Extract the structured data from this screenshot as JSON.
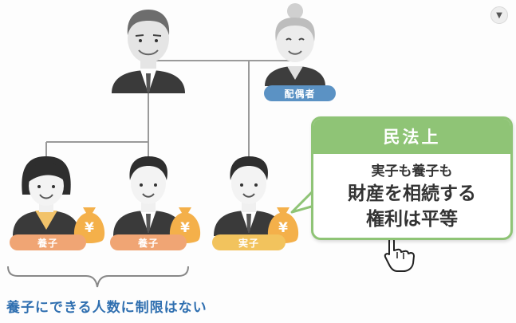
{
  "badges": {
    "spouse": "配偶者",
    "adopted_1": "養子",
    "adopted_2": "養子",
    "biological": "実子"
  },
  "civil_law_box": {
    "title": "民法上",
    "line1": "実子も養子も",
    "line2": "財産を相続する",
    "line3": "権利は平等"
  },
  "caption": "養子にできる人数に制限はない",
  "menu_icon": "chevron-down-icon",
  "colors": {
    "adopted_badge": "#f0a574",
    "biological_badge": "#f2c35d",
    "spouse_badge": "#5b92c4",
    "law_green": "#8fc476",
    "caption_blue": "#2f6fb0",
    "money_bag": "#f4b04a"
  }
}
